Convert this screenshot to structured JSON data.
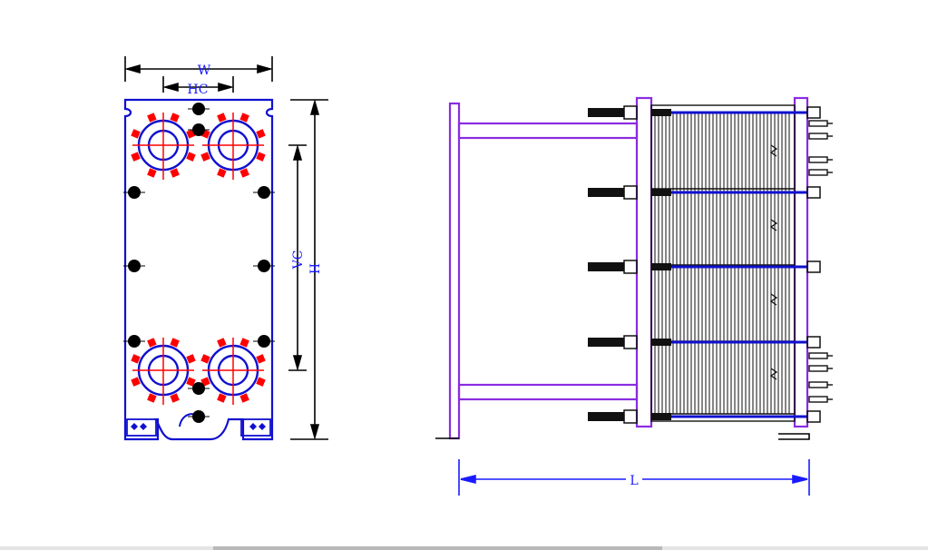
{
  "labels": {
    "width": "W",
    "horizontal_center": "HC",
    "vertical_center": "VC",
    "height": "H",
    "length": "L"
  },
  "colors": {
    "plate_outline": "#1010d0",
    "port_ring": "#1010d0",
    "gasket_marks": "#ff0000",
    "bolts": "#000000",
    "frame": "#8a2be2",
    "dimension": "#1a1aff",
    "plates": "#111111"
  }
}
